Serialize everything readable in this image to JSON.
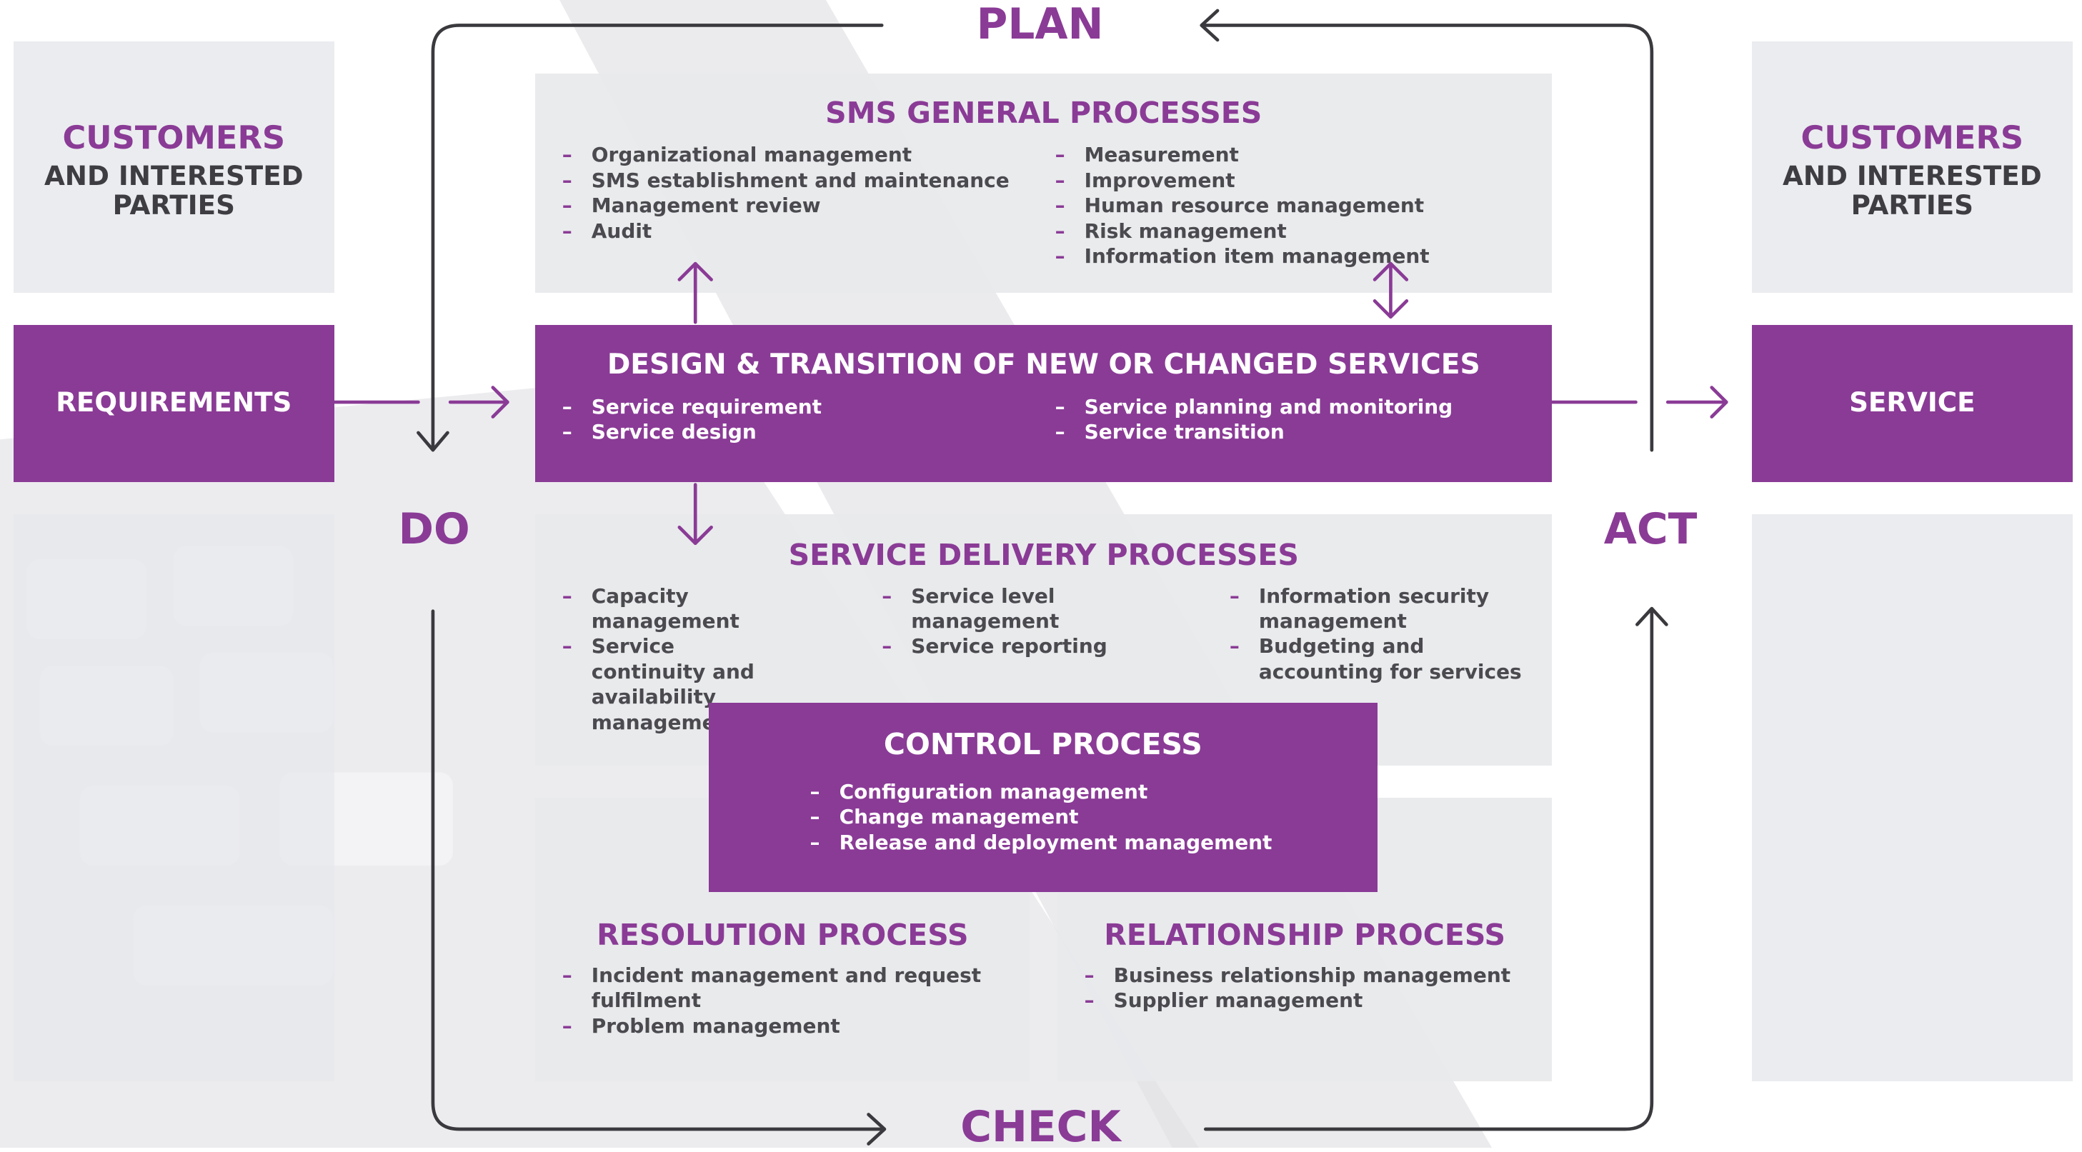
{
  "cycle": {
    "plan": "PLAN",
    "do": "DO",
    "check": "CHECK",
    "act": "ACT"
  },
  "left": {
    "customers_title": "CUSTOMERS",
    "customers_sub": "AND INTERESTED PARTIES",
    "requirements": "REQUIREMENTS"
  },
  "right": {
    "customers_title": "CUSTOMERS",
    "customers_sub": "AND INTERESTED PARTIES",
    "service": "SERVICE"
  },
  "sms": {
    "title": "SMS GENERAL PROCESSES",
    "col1": [
      "Organizational management",
      "SMS establishment and maintenance",
      "Management review",
      "Audit"
    ],
    "col2": [
      "Measurement",
      "Improvement",
      "Human resource management",
      "Risk management",
      "Information item management"
    ]
  },
  "design": {
    "title": "DESIGN & TRANSITION OF NEW OR CHANGED SERVICES",
    "col1": [
      "Service requirement",
      "Service design"
    ],
    "col2": [
      "Service planning and monitoring",
      "Service transition"
    ]
  },
  "delivery": {
    "title": "SERVICE DELIVERY PROCESSES",
    "col1": [
      "Capacity management",
      "Service continuity and availability management"
    ],
    "col2": [
      "Service level management",
      "Service reporting"
    ],
    "col3": [
      "Information security management",
      "Budgeting and accounting for services"
    ]
  },
  "control": {
    "title": "CONTROL PROCESS",
    "items": [
      "Configuration management",
      "Change management",
      "Release and deployment management"
    ]
  },
  "resolution": {
    "title": "RESOLUTION PROCESS",
    "items": [
      "Incident management and request fulfilment",
      "Problem management"
    ]
  },
  "relationship": {
    "title": "RELATIONSHIP PROCESS",
    "items": [
      "Business relationship management",
      "Supplier management"
    ]
  },
  "colors": {
    "accent": "#8a3b96",
    "grey_box": "#e8e9ec",
    "text_dark": "#3d3d42",
    "arrow": "#3a3a3e"
  }
}
